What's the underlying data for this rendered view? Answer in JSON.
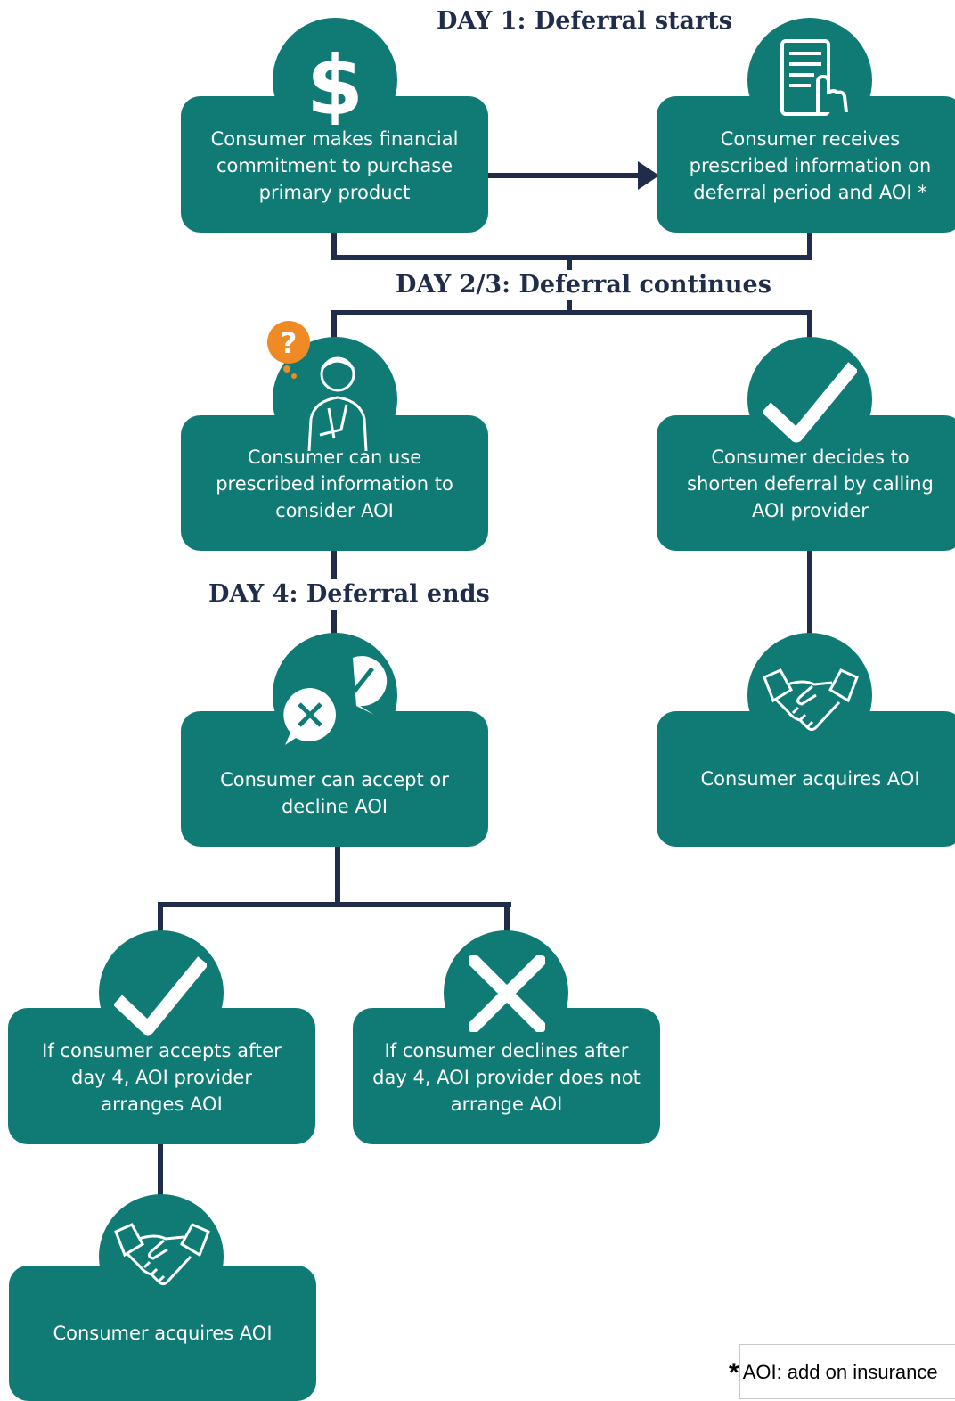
{
  "headings": {
    "day1": "DAY 1: Deferral starts",
    "day23": "DAY 2/3: Deferral continues",
    "day4": "DAY 4: Deferral ends"
  },
  "steps": {
    "commitment": "Consumer makes financial commitment to purchase primary product",
    "receives_info": "Consumer receives prescribed information on deferral period and AOI *",
    "consider": "Consumer can use prescribed information to consider AOI",
    "shorten": "Consumer decides to shorten deferral by calling AOI provider",
    "acquires_right": "Consumer acquires AOI",
    "accept_decline": "Consumer can accept or decline AOI",
    "accepts": "If consumer accepts after day 4, AOI provider arranges AOI",
    "declines": "If consumer declines after day 4, AOI provider does not arrange AOI",
    "acquires_left": "Consumer acquires AOI"
  },
  "footnote": {
    "marker": "*",
    "text": "AOI: add on insurance"
  },
  "icons": {
    "commitment": "dollar-icon",
    "receives_info": "document-touch-icon",
    "consider": "thinking-person-icon",
    "question": "question-mark-icon",
    "shorten": "checkmark-icon",
    "acquires_right": "handshake-icon",
    "accept_decline": "accept-decline-bubbles-icon",
    "accepts": "checkmark-icon",
    "declines": "cross-icon",
    "acquires_left": "handshake-icon"
  },
  "colors": {
    "teal": "#0f7b74",
    "navy": "#1f2d4a",
    "orange": "#f08a24"
  }
}
